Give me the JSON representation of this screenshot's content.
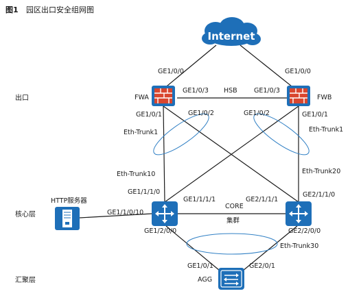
{
  "figure": {
    "number": "图1",
    "title": "园区出口安全组网图"
  },
  "layers": {
    "exit": "出口",
    "core": "核心层",
    "agg": "汇聚层"
  },
  "nodes": {
    "internet": "Internet",
    "fwa": "FWA",
    "fwb": "FWB",
    "http_server": "HTTP服务器",
    "agg": "AGG"
  },
  "ports": {
    "fwa_up": "GE1/0/0",
    "fwb_up": "GE1/0/0",
    "fwa_hsb": "GE1/0/3",
    "fwb_hsb": "GE1/0/3",
    "hsb": "HSB",
    "fwa_down1": "GE1/0/1",
    "fwa_down2": "GE1/0/2",
    "fwb_down2": "GE1/0/2",
    "fwb_down1": "GE1/0/1",
    "trunk1_left": "Eth-Trunk1",
    "trunk1_right": "Eth-Trunk1",
    "trunk10": "Eth-Trunk10",
    "trunk20": "Eth-Trunk20",
    "core_l_up": "GE1/1/1/0",
    "core_l_cross": "GE1/1/1/1",
    "core_r_cross": "GE2/1/1/1",
    "core_r_up": "GE2/1/1/0",
    "core_label": "CORE",
    "cluster_label": "集群",
    "core_l_server": "GE1/1/0/10",
    "core_l_down": "GE1/2/0/0",
    "core_r_down": "GE2/2/0/0",
    "trunk30": "Eth-Trunk30",
    "agg_left": "GE1/0/1",
    "agg_right": "GE2/0/1"
  },
  "colors": {
    "device_blue": "#1e6fb8",
    "firewall_red": "#d9462f",
    "line": "#1a1a1a",
    "trunk_ellipse": "#2f7fc4"
  },
  "icons": {
    "internet": "cloud-icon",
    "firewall": "firewall-icon",
    "core_switch": "router-arrows-icon",
    "server": "server-icon",
    "agg_switch": "switch-icon"
  }
}
